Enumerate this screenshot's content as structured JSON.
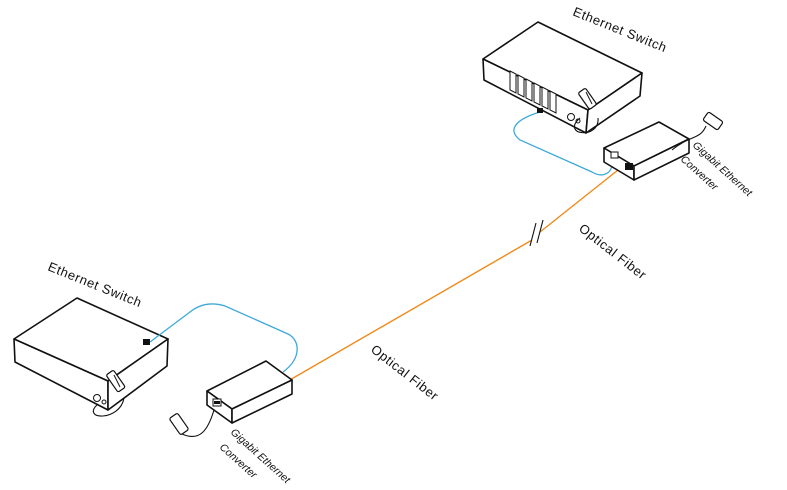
{
  "diagram": {
    "labels": {
      "switch_top": "Ethernet Switch",
      "switch_bottom": "Ethernet Switch",
      "fiber_upper": "Optical Fiber",
      "fiber_lower": "Optical Fiber",
      "converter_top_line1": "Gigabit Ethernet",
      "converter_top_line2": "Converter",
      "converter_bottom_line1": "Gigabit Ethernet",
      "converter_bottom_line2": "Converter"
    },
    "colors": {
      "ethernet_cable": "#3fa9d8",
      "fiber_cable": "#f08a1c",
      "outline": "#111111",
      "background": "#ffffff"
    }
  }
}
